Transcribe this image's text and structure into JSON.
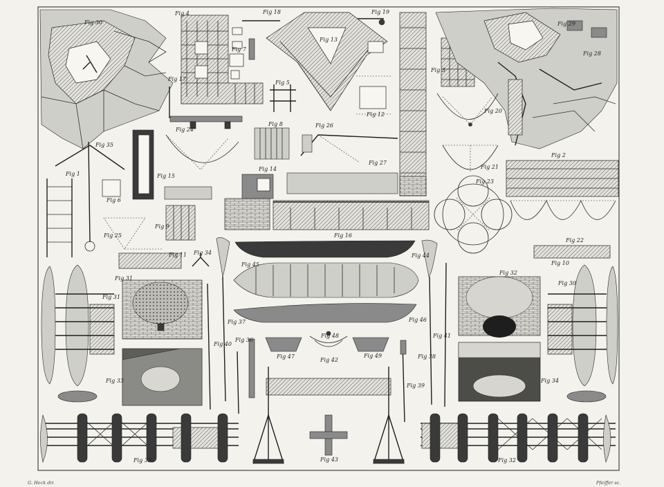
{
  "credits": {
    "left": "G. Heck dir.",
    "right": "Pfeiffer sc."
  },
  "figures": [
    {
      "key": "f30a",
      "label": "Fig 30"
    },
    {
      "key": "f4",
      "label": "Fig 4"
    },
    {
      "key": "f18",
      "label": "Fig 18"
    },
    {
      "key": "f19",
      "label": "Fig 19"
    },
    {
      "key": "f29",
      "label": "Fig 29"
    },
    {
      "key": "f28",
      "label": "Fig 28"
    },
    {
      "key": "f7",
      "label": "Fig 7"
    },
    {
      "key": "f13",
      "label": "Fig 13"
    },
    {
      "key": "f3",
      "label": "Fig 3"
    },
    {
      "key": "f17",
      "label": "Fig 17"
    },
    {
      "key": "f5",
      "label": "Fig 5"
    },
    {
      "key": "f12",
      "label": "Fig 12"
    },
    {
      "key": "f20",
      "label": "Fig 20"
    },
    {
      "key": "f24",
      "label": "Fig 24"
    },
    {
      "key": "f8",
      "label": "Fig 8"
    },
    {
      "key": "f26",
      "label": "Fig 26"
    },
    {
      "key": "f35",
      "label": "Fig 35"
    },
    {
      "key": "f2",
      "label": "Fig 2"
    },
    {
      "key": "f27",
      "label": "Fig 27"
    },
    {
      "key": "f21",
      "label": "Fig 21"
    },
    {
      "key": "f14",
      "label": "Fig 14"
    },
    {
      "key": "f1",
      "label": "Fig 1"
    },
    {
      "key": "f15",
      "label": "Fig 15"
    },
    {
      "key": "f6",
      "label": "Fig 6"
    },
    {
      "key": "f23",
      "label": "Fig 23"
    },
    {
      "key": "f9",
      "label": "Fig 9"
    },
    {
      "key": "f16",
      "label": "Fig 16"
    },
    {
      "key": "f25",
      "label": "Fig 25"
    },
    {
      "key": "f22",
      "label": "Fig 22"
    },
    {
      "key": "f11",
      "label": "Fig 11"
    },
    {
      "key": "f34a",
      "label": "Fig 34"
    },
    {
      "key": "f44",
      "label": "Fig 44"
    },
    {
      "key": "f45",
      "label": "Fig 45"
    },
    {
      "key": "f10",
      "label": "Fig 10"
    },
    {
      "key": "f31a",
      "label": "Fig 31"
    },
    {
      "key": "f32a",
      "label": "Fig 32"
    },
    {
      "key": "f31b",
      "label": "Fig 31"
    },
    {
      "key": "f30b",
      "label": "Fig 30"
    },
    {
      "key": "f46",
      "label": "Fig 46"
    },
    {
      "key": "f37",
      "label": "Fig 37"
    },
    {
      "key": "f41",
      "label": "Fig 41"
    },
    {
      "key": "f36",
      "label": "Fig 36"
    },
    {
      "key": "f40",
      "label": "Fig 40"
    },
    {
      "key": "f48",
      "label": "Fig 48"
    },
    {
      "key": "f47",
      "label": "Fig 47"
    },
    {
      "key": "f42",
      "label": "Fig 42"
    },
    {
      "key": "f49",
      "label": "Fig 49"
    },
    {
      "key": "f38",
      "label": "Fig 38"
    },
    {
      "key": "f39",
      "label": "Fig 39"
    },
    {
      "key": "f33a",
      "label": "Fig 33"
    },
    {
      "key": "f34b",
      "label": "Fig 34"
    },
    {
      "key": "f33b",
      "label": "Fig 33"
    },
    {
      "key": "f43",
      "label": "Fig 43"
    },
    {
      "key": "f32b",
      "label": "Fig 32"
    }
  ]
}
